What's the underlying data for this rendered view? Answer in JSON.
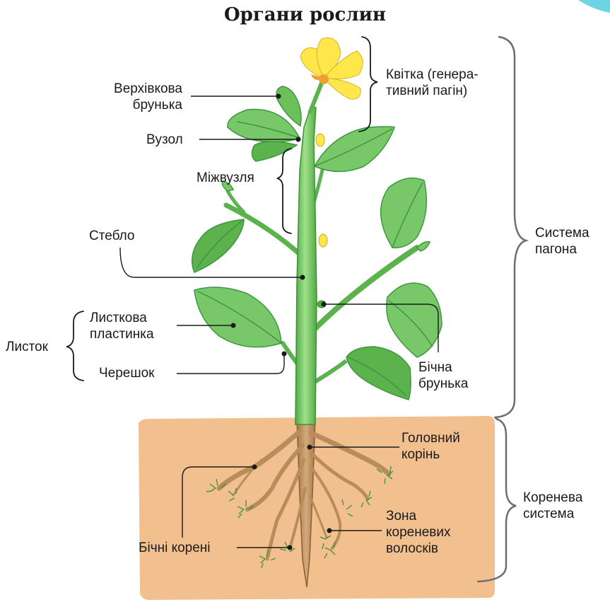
{
  "title": "Органи рослин",
  "labels": {
    "apical_bud": [
      "Верхівкова",
      "брунька"
    ],
    "node": "Вузол",
    "internode": "Міжвузля",
    "stem": "Стебло",
    "leaf_blade": [
      "Листкова",
      "пластинка"
    ],
    "leaf": "Листок",
    "petiole": "Черешок",
    "flower": [
      "Квітка (генера-",
      "тивний пагін)"
    ],
    "shoot_system": [
      "Система",
      "пагона"
    ],
    "lateral_bud": [
      "Бічна",
      "брунька"
    ],
    "main_root": [
      "Головний",
      "корінь"
    ],
    "root_system": [
      "Коренева",
      "система"
    ],
    "root_hair_zone": [
      "Зона",
      "кореневих",
      "волосків"
    ],
    "lateral_roots": "Бічні корені"
  },
  "colors": {
    "soil": "#f2c08e",
    "stem": "#6cc05a",
    "leaf": "#78c86a",
    "leaf_dark": "#3f9640",
    "flower": "#ffe64a",
    "root": "#b98c5c",
    "bracket": "#666666"
  }
}
